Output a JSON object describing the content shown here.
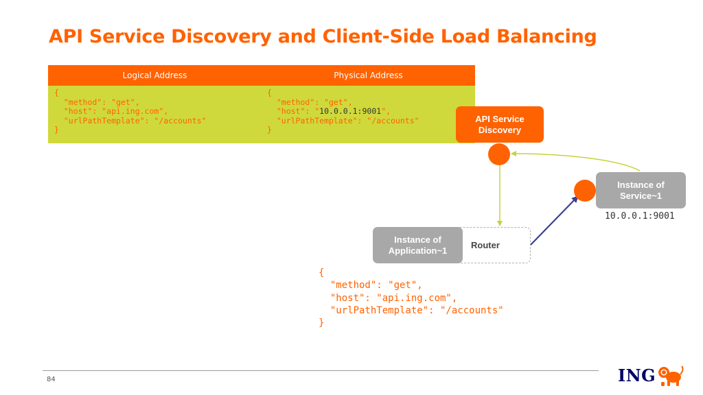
{
  "title": "API Service Discovery and Client-Side Load Balancing",
  "table": {
    "logical_header": "Logical Address",
    "physical_header": "Physical Address",
    "logical_code": "{\n  \"method\": \"get\",\n  \"host\": \"api.ing.com\",\n  \"urlPathTemplate\": \"/accounts\"\n}",
    "physical_code_pre": "{\n  \"method\": \"get\",\n  \"host\": \"",
    "physical_host": "10.0.0.1:9001",
    "physical_code_post": "\",\n  \"urlPathTemplate\": \"/accounts\"\n}"
  },
  "diagram": {
    "discovery_label": "API Service\nDiscovery",
    "service_label": "Instance of\nService~1",
    "service_ip": "10.0.0.1:9001",
    "app_label": "Instance of\nApplication~1",
    "router_label": "Router"
  },
  "request_code": "{\n  \"method\": \"get\",\n  \"host\": \"api.ing.com\",\n  \"urlPathTemplate\": \"/accounts\"\n}",
  "footer": {
    "page_number": "84",
    "logo_text": "ING",
    "logo_icon": "lion-icon"
  },
  "colors": {
    "accent": "#ff6200",
    "table_body": "#d0d93b",
    "box_gray": "#a8a8a8",
    "arrow_green": "#c7d23a",
    "arrow_navy": "#3b3f8f",
    "logo_navy": "#000066"
  }
}
